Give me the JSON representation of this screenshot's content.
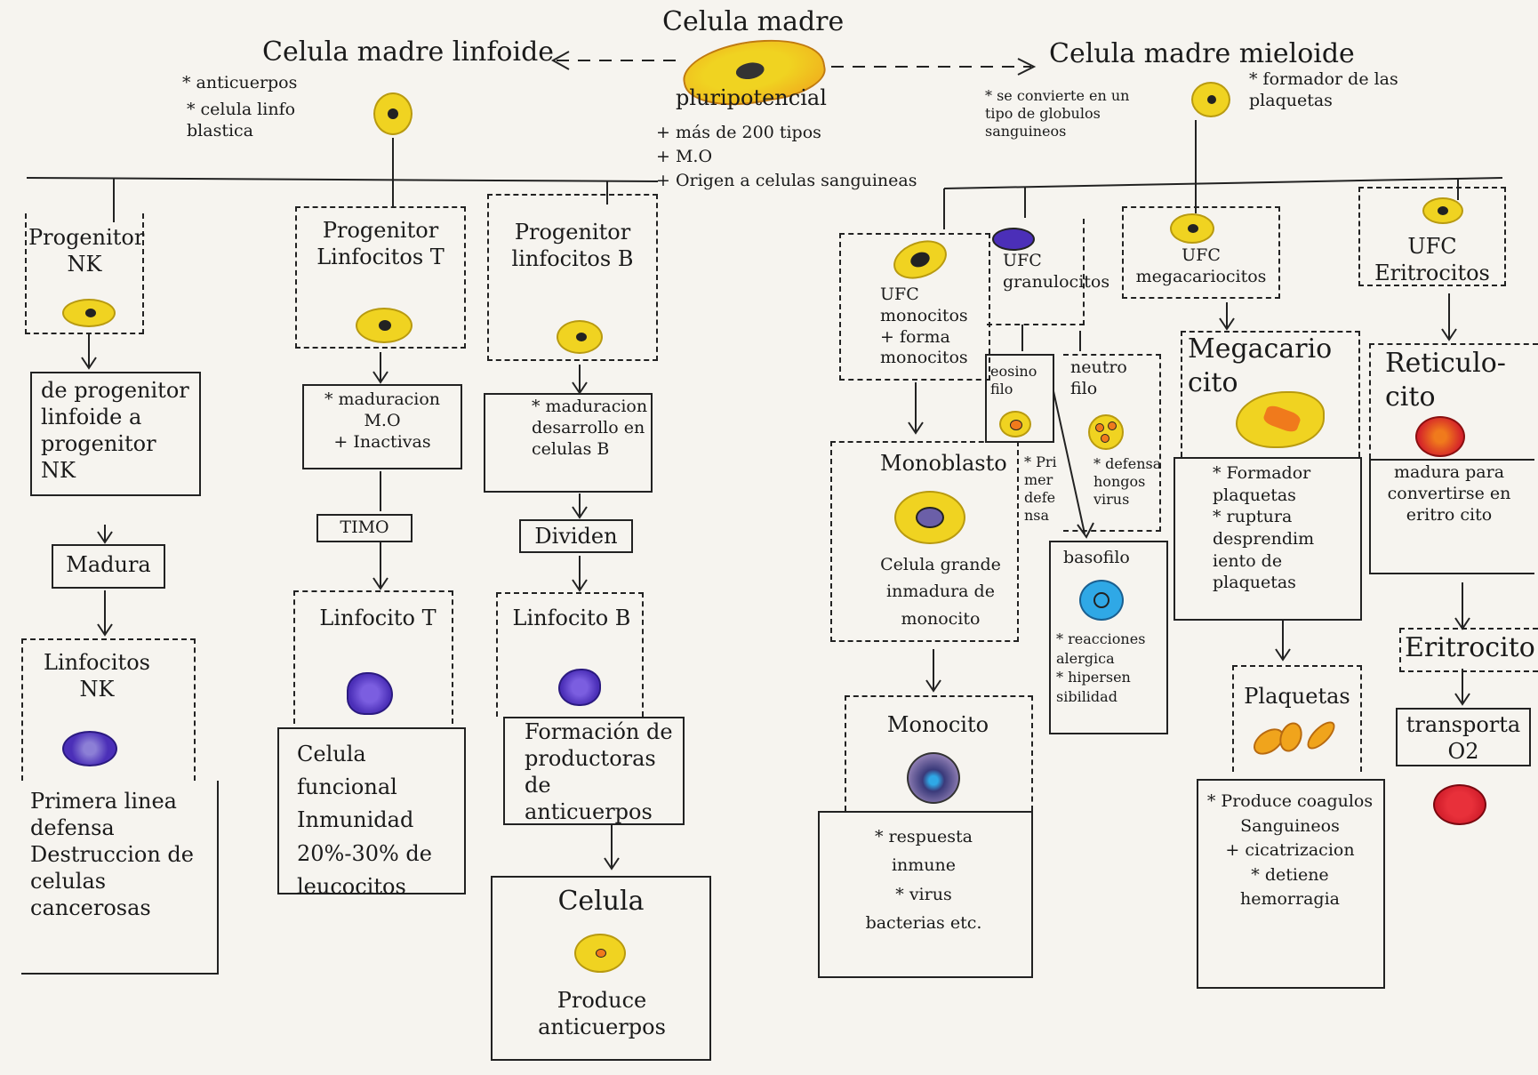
{
  "root": {
    "title": "Celula madre",
    "subtitle": "pluripotencial",
    "notes": [
      "+ más de 200 tipos",
      "+ M.O",
      "+ Origen a celulas sanguineas"
    ]
  },
  "lymphoid": {
    "title": "Celula madre linfoide",
    "notes": [
      "* anticuerpos",
      "* celula linfo blastica"
    ]
  },
  "myeloid": {
    "title": "Celula madre mieloide",
    "note_left": "* se convierte en un tipo de globulos sanguineos",
    "note_right": "* formador de las plaquetas"
  },
  "nk": {
    "progenitor": "Progenitor NK",
    "step": "de progenitor linfoide a progenitor NK",
    "matures": "Madura",
    "cell": "Linfocitos NK",
    "function": "Primera linea defensa\nDestruccion de celulas cancerosas"
  },
  "t": {
    "progenitor": "Progenitor Linfocitos T",
    "step": "* maduracion M.O\n+ Inactivas",
    "organ": "TIMO",
    "cell": "Linfocito T",
    "function": "Celula funcional\nInmunidad\n20%-30% de leucocitos"
  },
  "b": {
    "progenitor": "Progenitor linfocitos B",
    "step": "* maduracion desarrollo en celulas B",
    "divide": "Dividen",
    "cell": "Linfocito B",
    "function": "Formación de productoras de anticuerpos",
    "final_title": "Celula",
    "final_function": "Produce anticuerpos"
  },
  "mono": {
    "ufc": "UFC monocitos\n+ forma monocitos",
    "stage": "Monoblasto",
    "stage_desc": "Celula grande inmadura de monocito",
    "cell": "Monocito",
    "function": "* respuesta inmune\n* virus bacterias etc."
  },
  "granulo": {
    "ufc": "UFC granulocitos",
    "eosino": "eosino filo",
    "eosino_fn": "* Pri mer defe nsa",
    "neutro": "neutro filo",
    "neutro_fn": "* defensa hongos virus",
    "baso": "basofilo",
    "baso_fn": "* reacciones alergica\n* hipersen sibilidad"
  },
  "mega": {
    "ufc": "UFC megacariocitos",
    "cell": "Megacario cito",
    "function": "* Formador plaquetas\n* ruptura desprendim iento de plaquetas",
    "platelets": "Plaquetas",
    "platelets_fn": "* Produce coagulos Sanguineos\n+ cicatrizacion\n* detiene hemorragia"
  },
  "eritro": {
    "ufc": "UFC Eritrocitos",
    "reticulo": "Reticulo-cito",
    "reticulo_fn": "madura para convertirse en eritro cito",
    "cell": "Eritrocito",
    "function": "transporta O2"
  },
  "colors": {
    "ink": "#1a1a1a",
    "cell_yellow": "#f0d321",
    "cell_purple": "#4b2fb8",
    "cell_red": "#d3202a",
    "cell_blue": "#2fa8e6",
    "cell_orange": "#f07a1c",
    "cell_green": "#6d8f3a"
  }
}
